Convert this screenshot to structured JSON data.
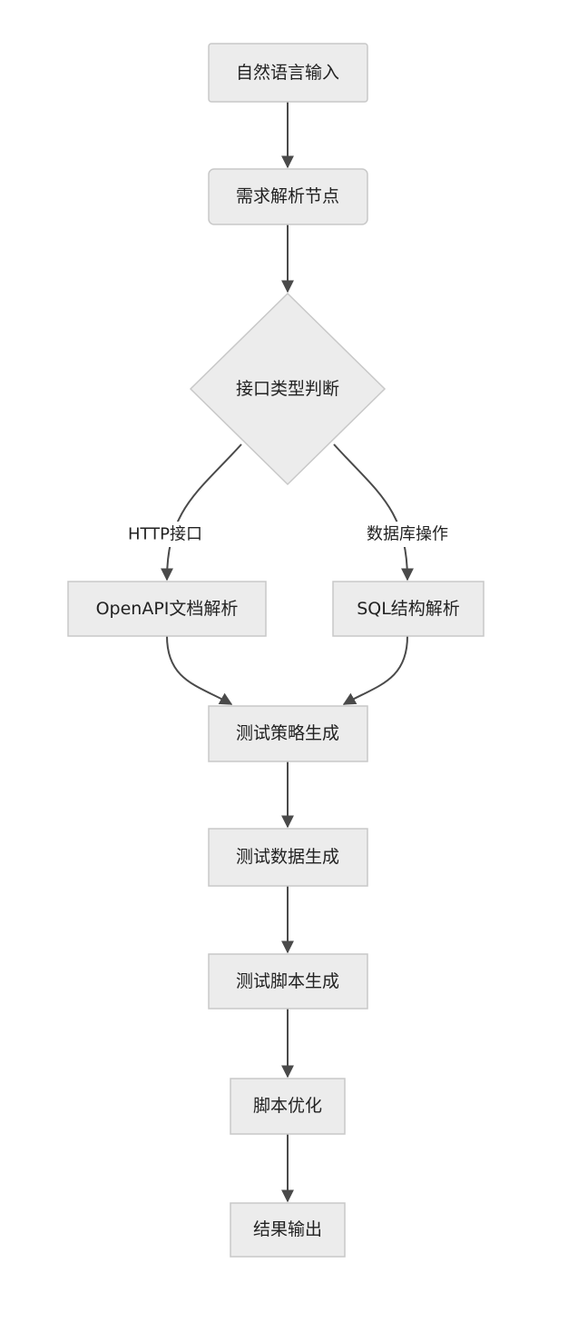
{
  "nodes": {
    "input": "自然语言输入",
    "parse": "需求解析节点",
    "decision": "接口类型判断",
    "openapi": "OpenAPI文档解析",
    "sql": "SQL结构解析",
    "strategy": "测试策略生成",
    "data": "测试数据生成",
    "script": "测试脚本生成",
    "optimize": "脚本优化",
    "output": "结果输出"
  },
  "edge_labels": {
    "http": "HTTP接口",
    "db": "数据库操作"
  },
  "colors": {
    "node_fill": "#ececec",
    "node_stroke": "#c8c8c8",
    "edge": "#4a4a4a"
  }
}
